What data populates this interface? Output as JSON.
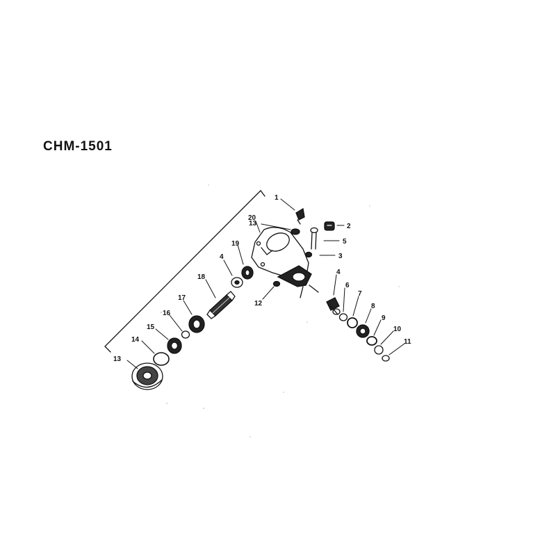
{
  "diagram": {
    "title": "CHM-1501",
    "callouts": {
      "c1": "1",
      "c2": "2",
      "c3": "3",
      "c4a": "4",
      "c4b": "4",
      "c5": "5",
      "c6": "6",
      "c7": "7",
      "c8": "8",
      "c9": "9",
      "c10": "10",
      "c11": "11",
      "c12": "12",
      "c13a": "13",
      "c13b": "13",
      "c14": "14",
      "c15": "15",
      "c16": "16",
      "c17": "17",
      "c18": "18",
      "c19": "19",
      "c20": "20"
    }
  }
}
